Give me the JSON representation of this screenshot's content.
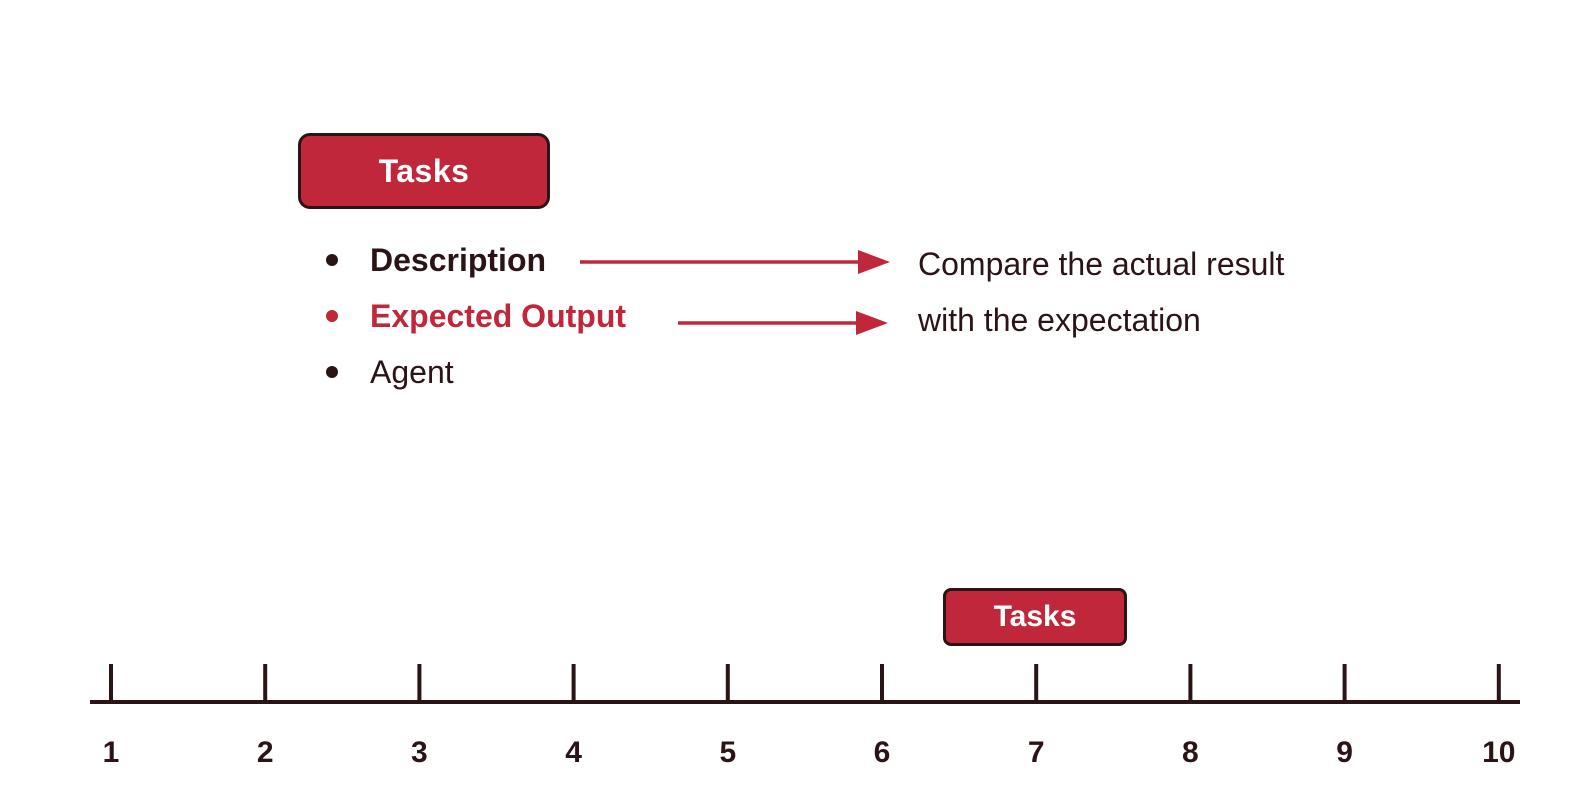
{
  "header": {
    "title": "Tasks"
  },
  "attributes": [
    {
      "label": "Description",
      "style": "bold"
    },
    {
      "label": "Expected Output",
      "style": "highlight"
    },
    {
      "label": "Agent",
      "style": "normal"
    }
  ],
  "explanation": {
    "text": "Compare the actual result with the expectation"
  },
  "timeline": {
    "ticks": [
      "1",
      "2",
      "3",
      "4",
      "5",
      "6",
      "7",
      "8",
      "9",
      "10"
    ],
    "marker": {
      "label": "Tasks",
      "position": 7
    }
  },
  "colors": {
    "accent": "#c0273b",
    "ink": "#2a1416",
    "background": "#ffffff"
  }
}
